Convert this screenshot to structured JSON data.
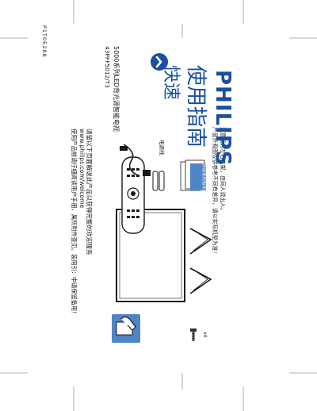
{
  "document": {
    "doc_code": "P1T0E288",
    "product_title": "5000系列LED背光源智能电视",
    "model_numbers": "43PFF5012/T3",
    "guide_title_line1": "快速",
    "guide_title_line2": "使用指南",
    "brand": "PHILIPS",
    "instruction_line1": "请留以下页面解说此产品以获得完整的欢迎服务",
    "instruction_url": "www.philips.com/welcome",
    "instruction_line2": "使用产品前请仔细阅读用户手册，属所附件查见。装用引：中请保留备用！",
    "warning_line1": "产品外观图仅供参考不同有差异，请以实际机型为准！",
    "warning_line2": "注意区分左右支架，由同人说出入。",
    "screw_qty": "x4",
    "leaflet_label": "快速使用指南",
    "cable_label": "电源线"
  },
  "colors": {
    "brand_blue": "#1a4fa0",
    "arrow_circle": "#1a4fa0",
    "text_dark": "#1a1a1a",
    "crop_mark": "#9a9a9a"
  },
  "icons": {
    "arrow": "chevron-right-circle-icon",
    "hand": "hand-on-box-icon",
    "screw": "screw-icon",
    "tv": "tv-outline-icon",
    "remote": "remote-control-icon",
    "batteries": "batteries-icon",
    "cable": "power-cable-icon",
    "stand_left": "stand-leg-left-icon",
    "stand_right": "stand-leg-right-icon",
    "leaflet": "leaflets-icon"
  }
}
